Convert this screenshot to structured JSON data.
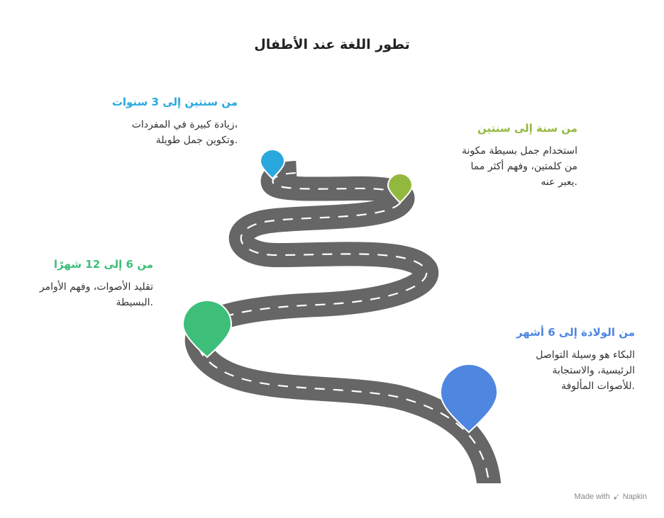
{
  "title": "تطور اللغة عند الأطفال",
  "milestones": [
    {
      "heading": "من سنتين إلى 3 سنوات",
      "color": "#29A8DE",
      "desc": [
        "،زيادة كبيرة في المفردات",
        ".وتكوين جمل طويلة"
      ]
    },
    {
      "heading": "من سنة إلى سنتين",
      "color": "#93B83E",
      "desc": [
        "استخدام جمل بسيطة مكونة",
        "من كلمتين، وفهم أكثر مما",
        ".يعبر عنه"
      ]
    },
    {
      "heading": "من 6 إلى 12 شهرًا",
      "color": "#3DBF7A",
      "desc": [
        "تقليد الأصوات، وفهم الأوامر",
        ".البسيطة"
      ]
    },
    {
      "heading": "من الولادة إلى 6 أشهر",
      "color": "#4E86E0",
      "desc": [
        "البكاء هو وسيلة التواصل",
        "الرئيسية، والاستجابة",
        ".للأصوات المألوفة"
      ]
    }
  ],
  "road_color": "#666666",
  "footer": {
    "made_with": "Made with",
    "brand": "Napkin"
  }
}
